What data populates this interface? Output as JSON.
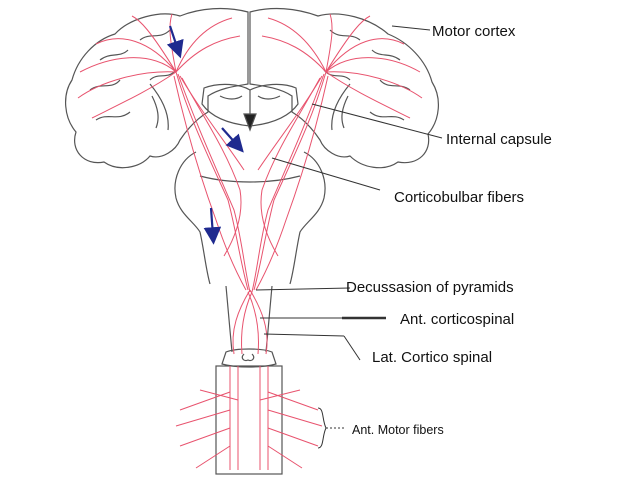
{
  "labels": {
    "motor_cortex": "Motor cortex",
    "internal_capsule": "Internal capsule",
    "corticobulbar": "Corticobulbar fibers",
    "decussation": "Decussasion of pyramids",
    "ant_corticospinal": "Ant. corticospinal",
    "lat_corticospinal": "Lat. Cortico spinal",
    "ant_motor_fibers": "Ant. Motor fibers"
  },
  "colors": {
    "tract": "#e8536e",
    "outline": "#555555",
    "arrow": "#1f2a8f",
    "leader": "#333333"
  }
}
